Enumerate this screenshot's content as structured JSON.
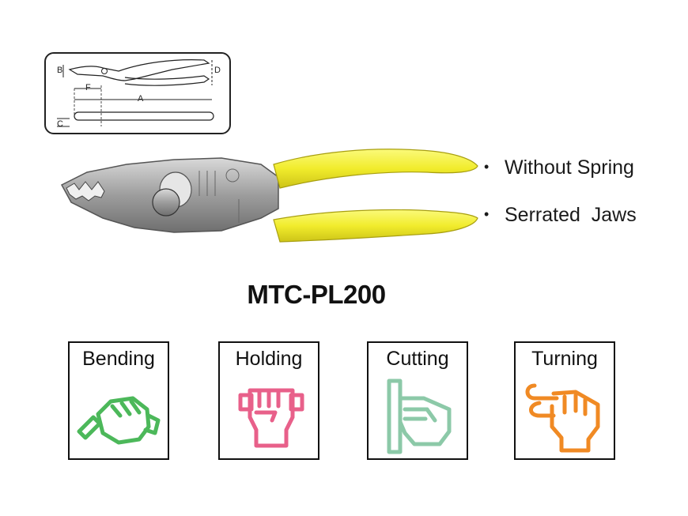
{
  "diagram": {
    "labels": {
      "a": "A",
      "b": "B",
      "c": "C",
      "d": "D",
      "f": "F"
    }
  },
  "features": [
    {
      "bullet": "•",
      "text": "Without Spring"
    },
    {
      "bullet": "•",
      "text": "Serrated  Jaws"
    }
  ],
  "model": "MTC-PL200",
  "uses": [
    {
      "label": "Bending",
      "icon": "bending-hand-icon",
      "color": "#4cb85a"
    },
    {
      "label": "Holding",
      "icon": "holding-fist-icon",
      "color": "#e8608a"
    },
    {
      "label": "Cutting",
      "icon": "cutting-hand-icon",
      "color": "#8cc9a8"
    },
    {
      "label": "Turning",
      "icon": "turning-hand-icon",
      "color": "#f08a24"
    }
  ],
  "colors": {
    "handle": "#f2ef3a",
    "steel": "#a9a9a9"
  }
}
